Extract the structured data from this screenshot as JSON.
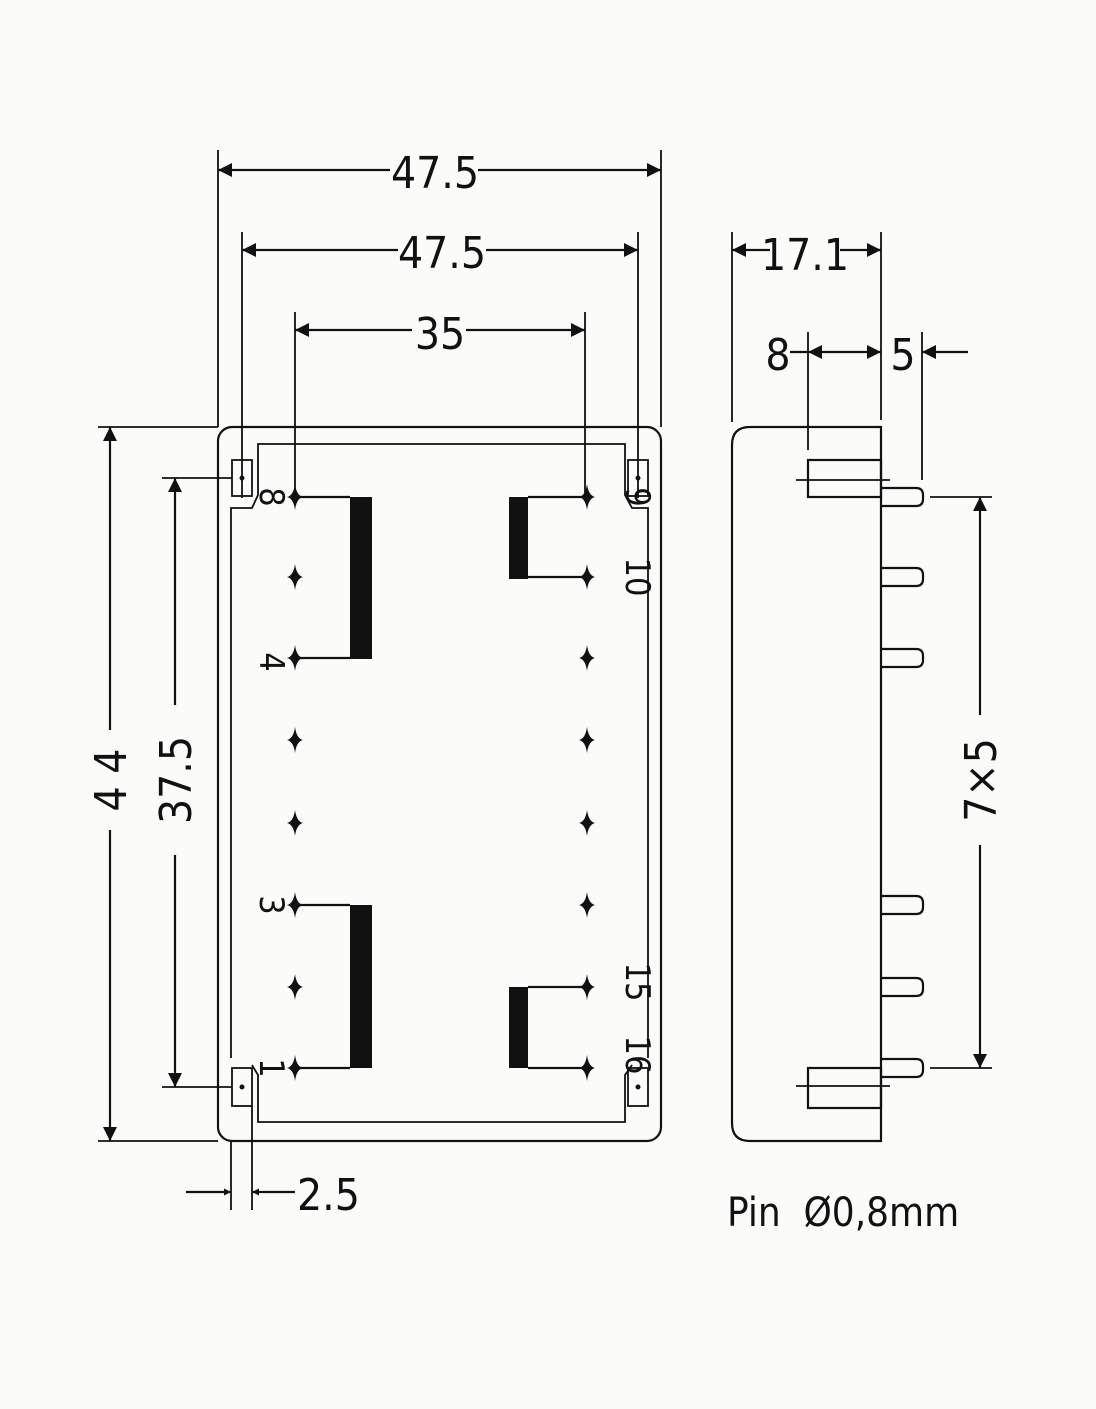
{
  "title": "Transformer dimension drawing",
  "colors": {
    "ink": "#111111",
    "paper": "#fbfbf9"
  },
  "front_view": {
    "dims": {
      "overall_width": "47.5",
      "pin_outer_width": "47.5",
      "pin_row_spacing": "35",
      "overall_height": "4 4",
      "mount_pitch": "37.5",
      "mount_offset": "2.5"
    },
    "pin_labels": {
      "p8": "8",
      "p4": "4",
      "p3": "3",
      "p1": "1",
      "p9": "9",
      "p10": "10",
      "p15": "15",
      "p16": "16"
    }
  },
  "side_view": {
    "dims": {
      "depth": "17.1",
      "stub_length": "8",
      "pin_length": "5",
      "pin_span": "7×5"
    },
    "note": "Pin  Ø0,8mm"
  }
}
